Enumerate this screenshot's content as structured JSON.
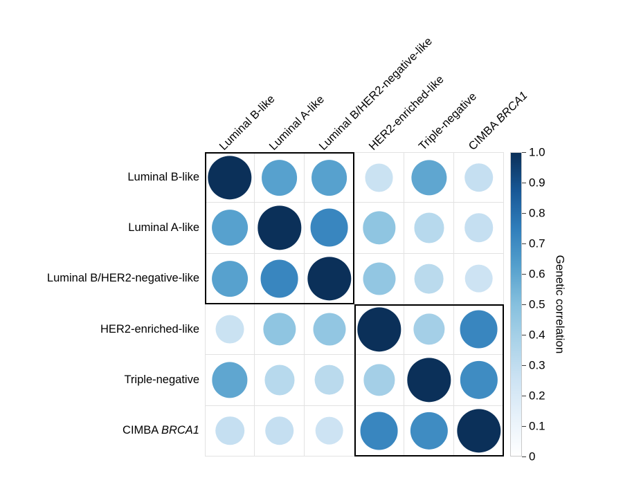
{
  "chart_data": {
    "type": "heatmap",
    "title": "",
    "xlabel": "",
    "ylabel": "",
    "legend_position": "right",
    "grid": true,
    "colorbar": {
      "label": "Genetic correlation",
      "ticks": [
        "1.0",
        "0.9",
        "0.8",
        "0.7",
        "0.6",
        "0.5",
        "0.4",
        "0.3",
        "0.2",
        "0.1",
        "0"
      ],
      "tick_values": [
        1.0,
        0.9,
        0.8,
        0.7,
        0.6,
        0.5,
        0.4,
        0.3,
        0.2,
        0.1,
        0
      ],
      "range": [
        0,
        1
      ],
      "low_color": "#ffffff",
      "high_color": "#0b3059"
    },
    "categories": [
      "Luminal B-like",
      "Luminal A-like",
      "Luminal B/HER2-negative-like",
      "HER2-enriched-like",
      "Triple-negative",
      "CIMBA BRCA1"
    ],
    "row_labels": [
      "Luminal B-like",
      "Luminal A-like",
      "Luminal B/HER2-negative-like",
      "HER2-enriched-like",
      "Triple-negative",
      "CIMBA BRCA1"
    ],
    "column_labels": [
      "Luminal B-like",
      "Luminal A-like",
      "Luminal B/HER2-negative-like",
      "HER2-enriched-like",
      "Triple-negative",
      "CIMBA BRCA1"
    ],
    "italic_labels": [
      "BRCA1"
    ],
    "matrix": [
      [
        1.0,
        0.62,
        0.62,
        0.26,
        0.6,
        0.28
      ],
      [
        0.62,
        1.0,
        0.72,
        0.47,
        0.33,
        0.28
      ],
      [
        0.62,
        0.72,
        1.0,
        0.46,
        0.32,
        0.25
      ],
      [
        0.26,
        0.47,
        0.46,
        1.0,
        0.4,
        0.72
      ],
      [
        0.6,
        0.33,
        0.32,
        0.4,
        1.0,
        0.7
      ],
      [
        0.28,
        0.28,
        0.25,
        0.72,
        0.7,
        1.0
      ]
    ],
    "blocks": [
      {
        "name": "luminal-block",
        "rows": [
          0,
          2
        ],
        "cols": [
          0,
          2
        ]
      },
      {
        "name": "basal-block",
        "rows": [
          3,
          5
        ],
        "cols": [
          3,
          5
        ]
      }
    ]
  }
}
